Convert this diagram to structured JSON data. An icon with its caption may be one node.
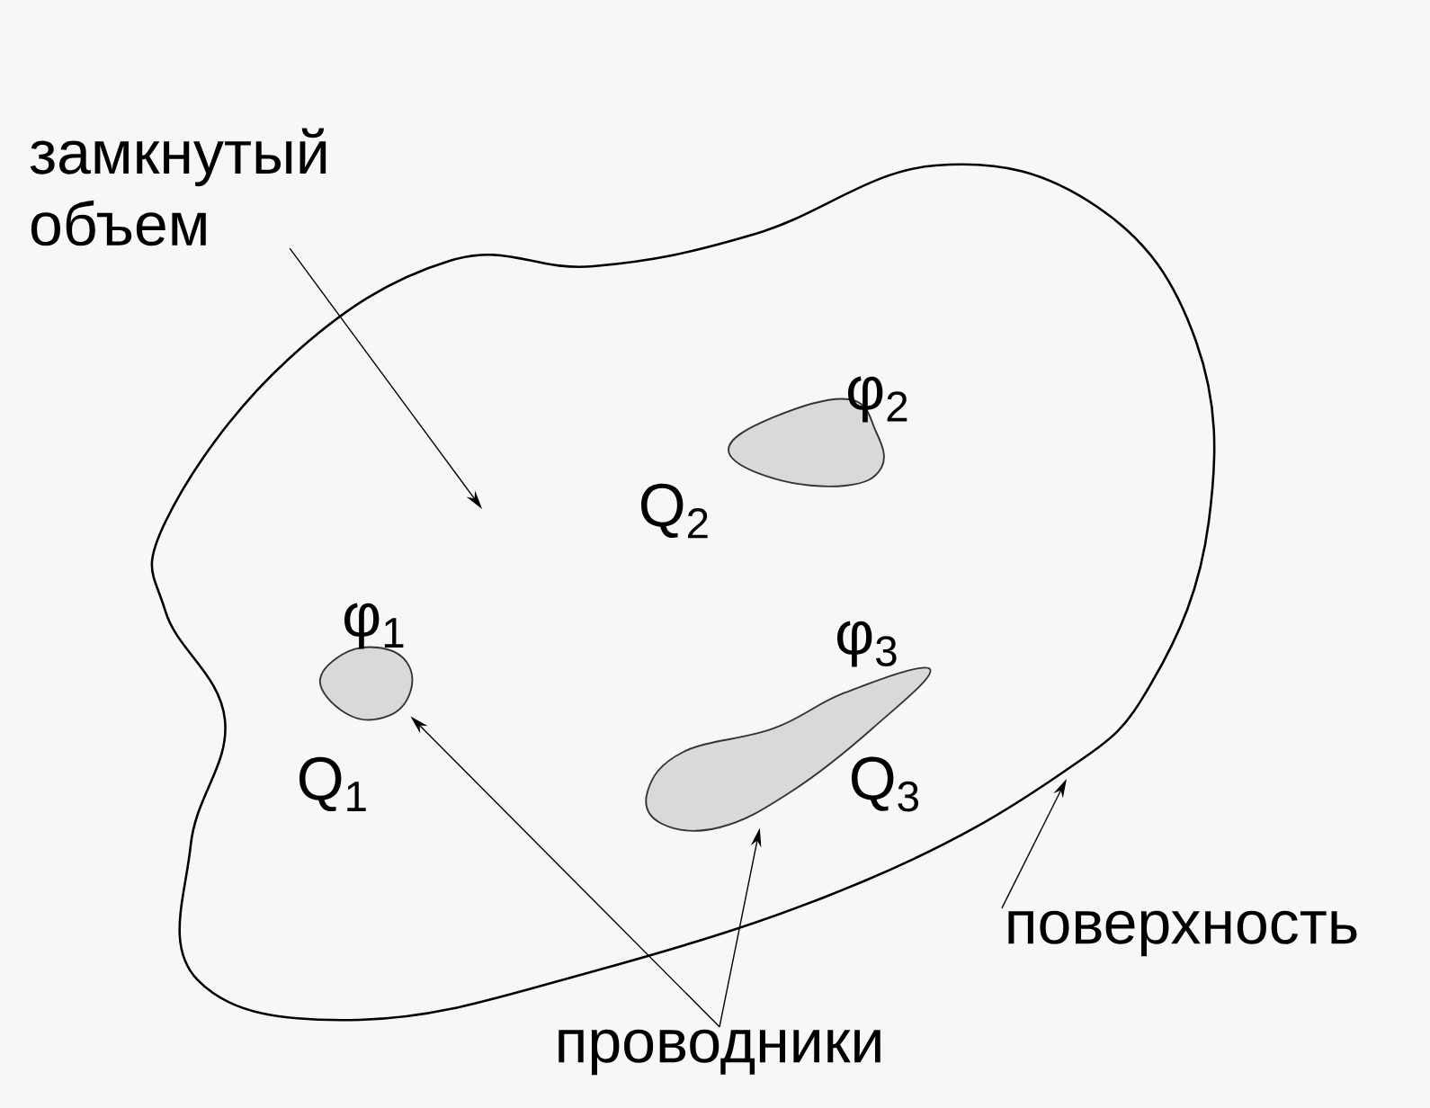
{
  "diagram": {
    "nodes": [
      {
        "text": [],
        "shape": "curve"
      },
      {
        "text": [],
        "shape": "blob",
        "in": 0,
        "beside": [
          "φ$_{1}$",
          "Q$_{1}$"
        ]
      },
      {
        "text": [],
        "shape": "blob",
        "in": 0,
        "beside": [
          "φ$_{2}$",
          "Q$_{2}$"
        ]
      },
      {
        "text": [],
        "shape": "blob",
        "in": 0,
        "beside": [
          "φ$_{3}$",
          "Q$_{3}$"
        ]
      },
      {
        "text": [
          "замкнутый объем"
        ]
      },
      {
        "text": [
          "поверхность"
        ]
      },
      {
        "text": [
          "проводники"
        ]
      }
    ],
    "edges": [
      {
        "from": 4,
        "to": null,
        "arrow": "to"
      },
      {
        "from": 5,
        "to": 0,
        "arrow": "to"
      },
      {
        "from": 6,
        "to": 1,
        "arrow": "to"
      },
      {
        "from": 6,
        "to": 3,
        "arrow": "to"
      }
    ]
  }
}
